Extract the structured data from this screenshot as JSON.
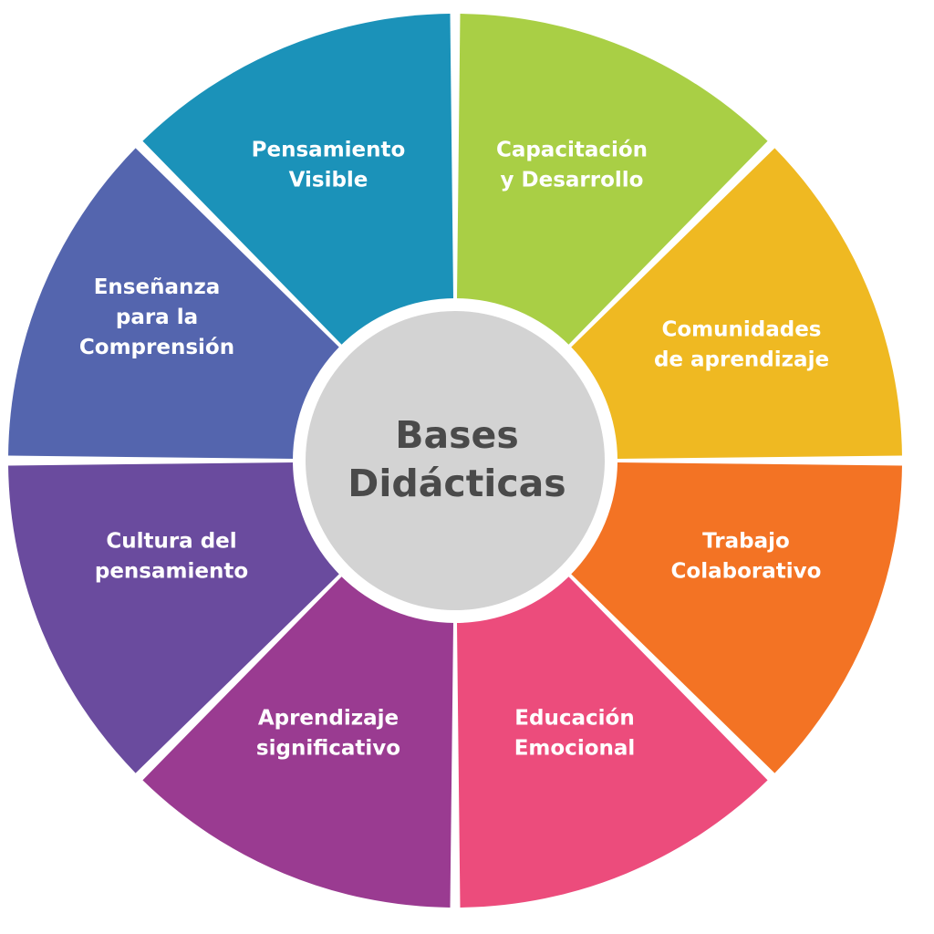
{
  "center": {
    "line1": "Bases",
    "line2": "Didácticas",
    "color": "#d3d3d3",
    "text_color": "#4a4a4a"
  },
  "segments": [
    {
      "name": "capacitacion-desarrollo",
      "lines": [
        "Capacitación",
        "y Desarrollo"
      ],
      "color": "#a9cf45"
    },
    {
      "name": "comunidades-aprendizaje",
      "lines": [
        "Comunidades",
        "de aprendizaje"
      ],
      "color": "#efb922"
    },
    {
      "name": "trabajo-colaborativo",
      "lines": [
        "Trabajo",
        "Colaborativo"
      ],
      "color": "#f37324"
    },
    {
      "name": "educacion-emocional",
      "lines": [
        "Educación",
        "Emocional"
      ],
      "color": "#ec4c7c"
    },
    {
      "name": "aprendizaje-significativo",
      "lines": [
        "Aprendizaje",
        "significativo"
      ],
      "color": "#9a3b91"
    },
    {
      "name": "cultura-pensamiento",
      "lines": [
        "Cultura del",
        "pensamiento"
      ],
      "color": "#6a4b9e"
    },
    {
      "name": "ensenanza-comprension",
      "lines": [
        "Enseñanza",
        "para la",
        "Comprensión"
      ],
      "color": "#5465ae"
    },
    {
      "name": "pensamiento-visible",
      "lines": [
        "Pensamiento",
        "Visible"
      ],
      "color": "#1b92b9"
    }
  ]
}
